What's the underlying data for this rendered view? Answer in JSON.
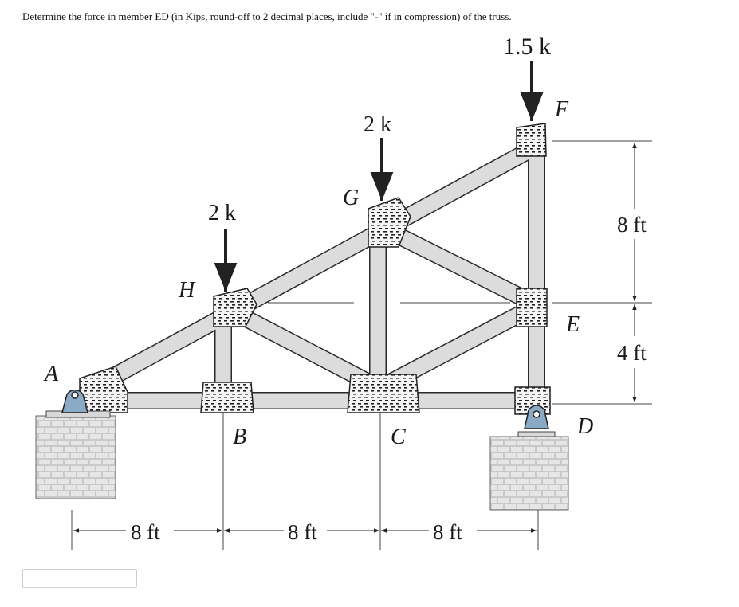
{
  "question": {
    "text": "Determine the force in member ED (in Kips, round-off to 2 decimal places, include \"-\" if in compression) of the truss."
  },
  "diagram": {
    "nodes": {
      "A": "A",
      "B": "B",
      "C": "C",
      "D": "D",
      "E": "E",
      "F": "F",
      "G": "G",
      "H": "H"
    },
    "loads": {
      "F": "1.5  k",
      "G": "2 k",
      "H": "2 k"
    },
    "dimensions": {
      "span_1": "8 ft",
      "span_2": "8 ft",
      "span_3": "8 ft",
      "height_upper": "8 ft",
      "height_lower": "4 ft"
    }
  },
  "answer": {
    "value": "",
    "placeholder": ""
  }
}
